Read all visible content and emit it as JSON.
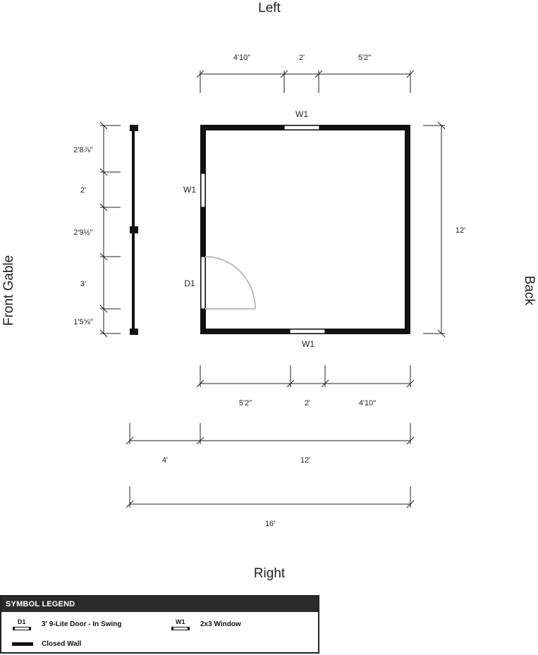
{
  "sides": {
    "top": "Left",
    "bottom": "Right",
    "left": "Front Gable",
    "right": "Back"
  },
  "top_dims": [
    "4'10\"",
    "2'",
    "5'2\""
  ],
  "right_dim": "12'",
  "front_dims": [
    "2'8⅞\"",
    "2'",
    "2'9½\"",
    "3'",
    "1'5⅝\""
  ],
  "bottom_dims": [
    "5'2\"",
    "2'",
    "4'10\""
  ],
  "overall_dims": [
    "4'",
    "12'"
  ],
  "total_dim": "16'",
  "openings": {
    "window_top": "W1",
    "window_left": "W1",
    "door_left": "D1",
    "window_bottom": "W1"
  },
  "legend": {
    "title": "SYMBOL LEGEND",
    "items": [
      {
        "code": "D1",
        "label": "3' 9-Lite Door - In Swing"
      },
      {
        "code": "W1",
        "label": "2x3 Window"
      },
      {
        "code": "",
        "label": "Closed Wall"
      }
    ]
  }
}
